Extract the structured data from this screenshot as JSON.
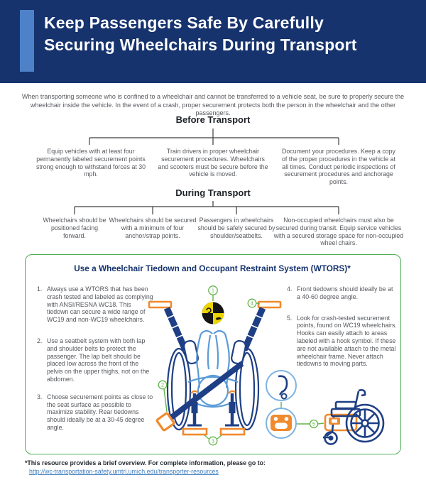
{
  "header": {
    "title_line1": "Keep Passengers Safe By Carefully",
    "title_line2": "Securing Wheelchairs During Transport"
  },
  "intro": "When transporting someone who is confined to a wheelchair and cannot be transferred to a vehicle seat, be sure to properly secure the wheelchair inside the vehicle. In the event of a crash, proper securement protects both the person in the wheelchair and the other passengers.",
  "before": {
    "heading": "Before Transport",
    "items": [
      "Equip vehicles with at least four permanently labeled securement points strong enough to withstand forces at 30 mph.",
      "Train drivers in proper wheelchair securement procedures. Wheelchairs and scooters must be secure before the vehicle is moved.",
      "Document your procedures. Keep a copy of the proper procedures in the vehicle at all times. Conduct periodic inspections of securement procedures and anchorage points."
    ]
  },
  "during": {
    "heading": "During Transport",
    "items": [
      "Wheelchairs should be positioned facing forward.",
      "Wheelchairs should be secured with a minimum of four anchor/strap points.",
      "Passengers in wheelchairs should be safely secured by shoulder/seatbelts.",
      "Non-occupied wheelchairs must also be secured during transit. Equip service vehicles with a secured storage space for non-occupied wheel chairs."
    ]
  },
  "wtors": {
    "title": "Use a Wheelchair Tiedown and Occupant Restraint System (WTORS)*",
    "left_items": [
      {
        "num": "1.",
        "text": "Always use a WTORS that has been crash tested and labeled as complying with ANSI/RESNA WC18. This tiedown can secure a wide range of WC19 and non-WC19 wheelchairs."
      },
      {
        "num": "2.",
        "text": "Use a seatbelt system with both lap and shoulder belts to protect the passenger. The lap belt should be placed low across the front of the pelvis on the upper thighs, not on the abdomen."
      },
      {
        "num": "3.",
        "text": "Choose securement points as close to the seat surface as possible to maximize stability. Rear tiedowns should ideally be at a 30-45 degree angle."
      }
    ],
    "right_items": [
      {
        "num": "4.",
        "text": "Front tiedowns should ideally be at a 40-60 degree angle."
      },
      {
        "num": "5.",
        "text": "Look for crash-tested securement points, found on WC19 wheelchairs. Hooks can easily attach to areas labeled with a hook symbol. If these are not available attach to the metal wheelchair frame. Never attach tiedowns to moving parts."
      }
    ],
    "callouts": [
      "1",
      "2",
      "3",
      "4",
      "5"
    ]
  },
  "footer": {
    "note": "*This resource provides a brief overview. For complete information, please go to:",
    "link": "http://wc-transportation-safety.umtri.umich.edu/transporter-resources"
  },
  "icons": {
    "crash_test_dummy": "crash-test-dummy securement-point symbol",
    "hook": "tiedown hook",
    "hook_label": "hook-symbol securement label",
    "wheelchair_side": "side-view wheelchair with securement point"
  },
  "colors": {
    "header_navy": "#16336e",
    "accent_blue": "#4d82c8",
    "box_green": "#4fae52",
    "callout_green": "#62b54a",
    "strap_navy": "#1e3f85",
    "occupant_blue": "#5b9bd8",
    "anchor_orange": "#f08a2e",
    "dummy_yellow": "#ecd500",
    "link_blue": "#3e7cc0",
    "body_text": "#54575c"
  }
}
